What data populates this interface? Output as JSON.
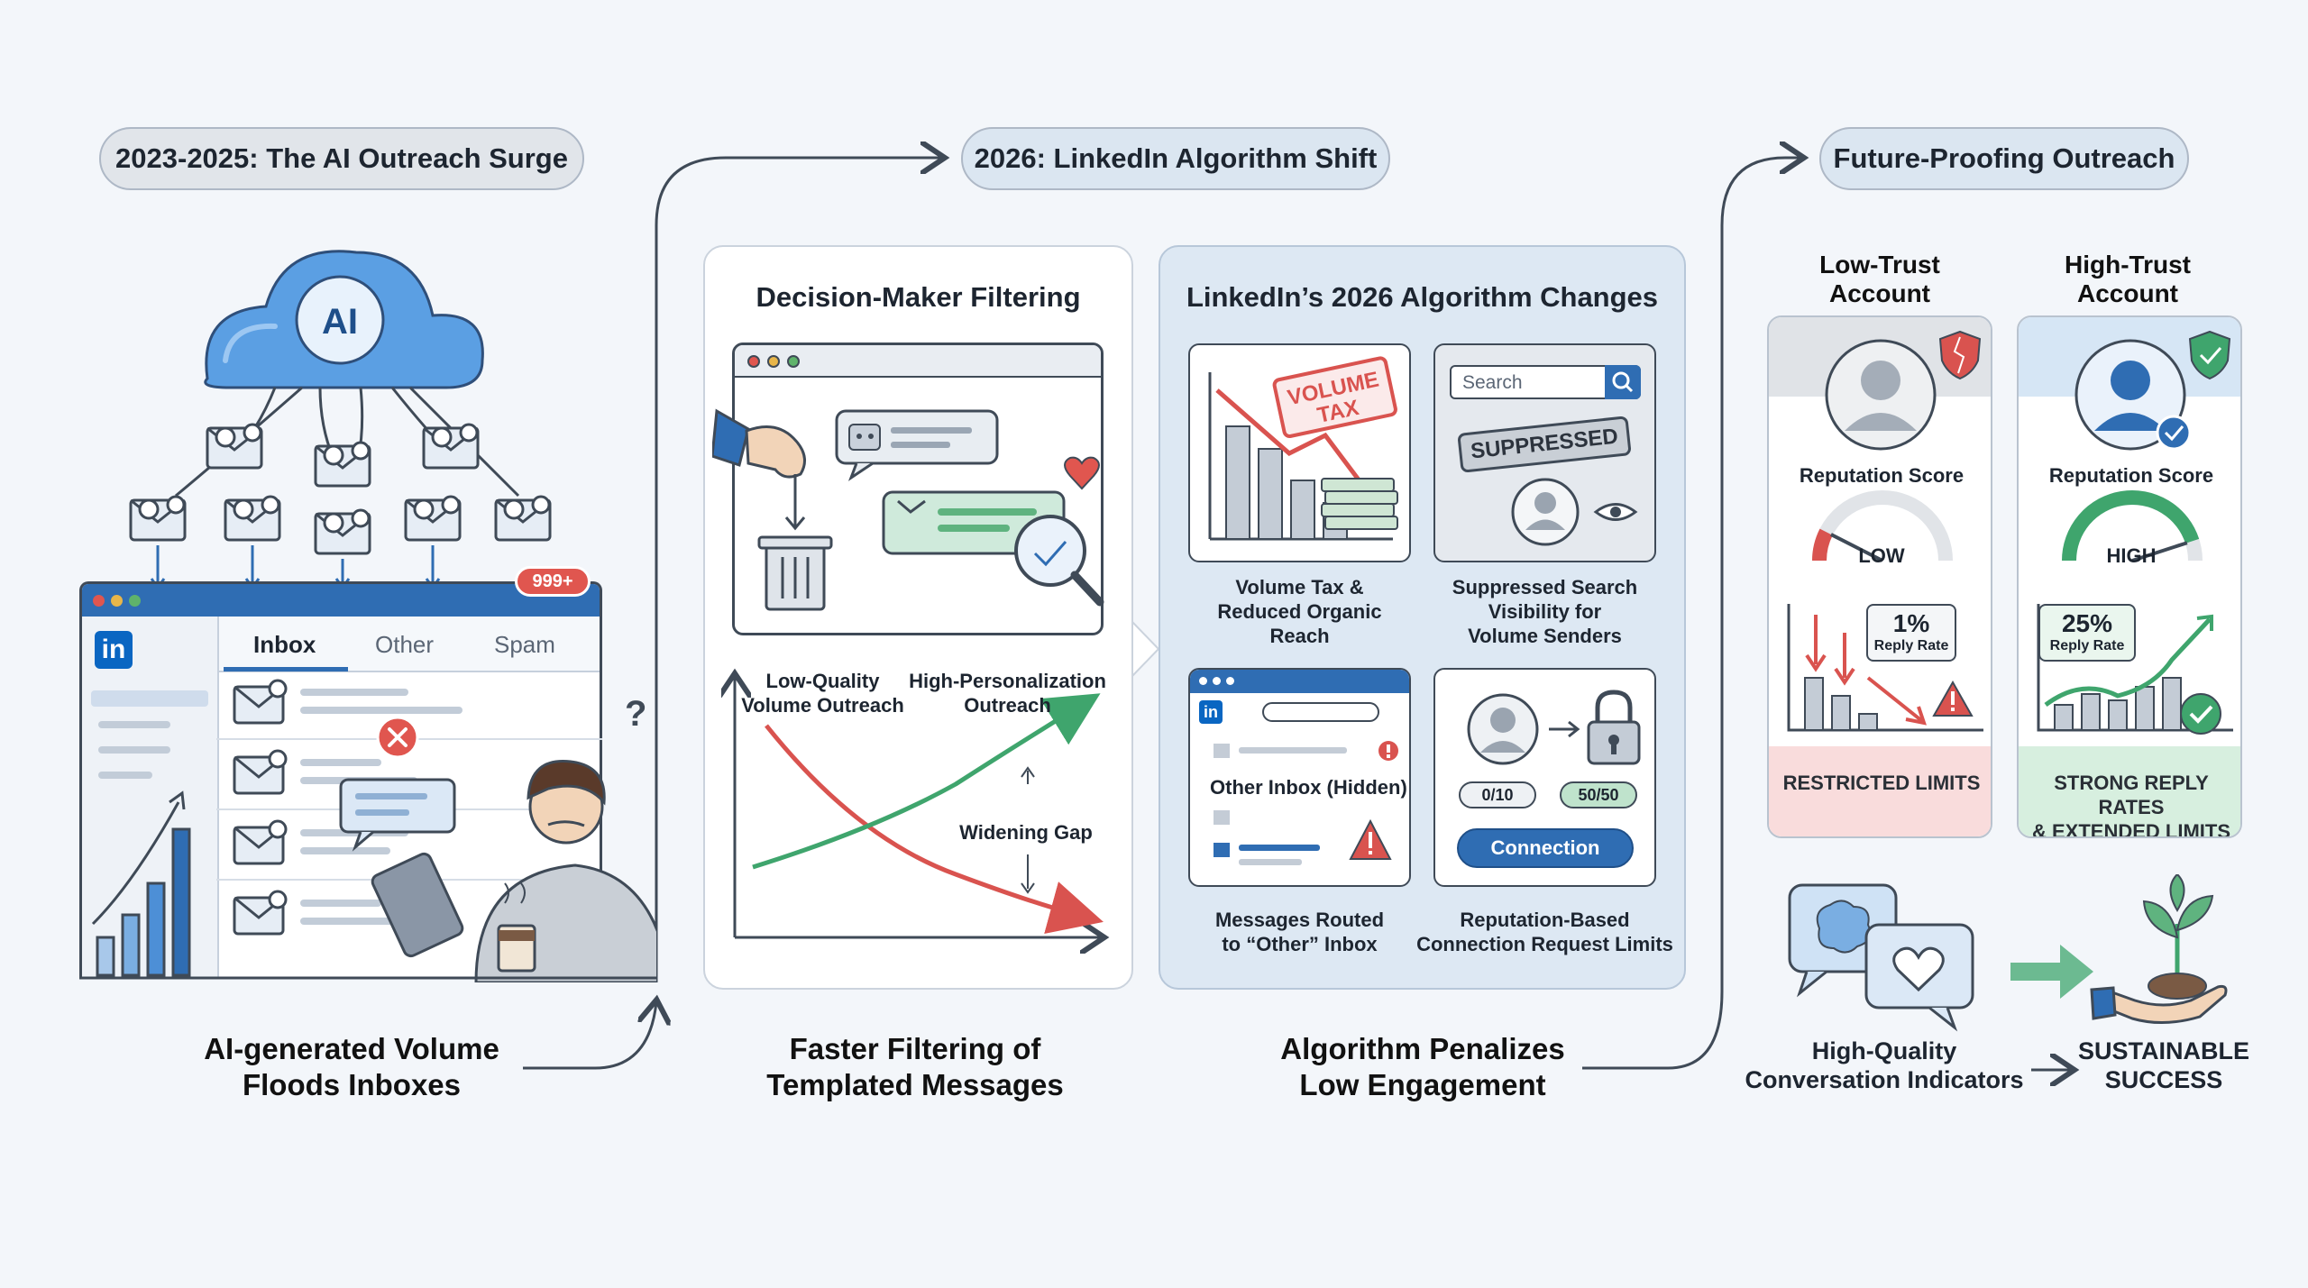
{
  "stages": {
    "stage1": "2023-2025: The AI Outreach Surge",
    "stage2": "2026: LinkedIn Algorithm Shift",
    "stage3": "Future-Proofing Outreach"
  },
  "surge": {
    "cloud_label": "AI",
    "badge": "999+",
    "tabs": [
      "Inbox",
      "Other",
      "Spam"
    ],
    "linkedin_logo": "in",
    "question_mark": "?",
    "caption": [
      "AI-generated Volume",
      "Floods Inboxes"
    ]
  },
  "filtering": {
    "title": "Decision-Maker Filtering",
    "chart_label_low": [
      "Low-Quality",
      "Volume Outreach"
    ],
    "chart_label_high": [
      "High-Personalization",
      "Outreach"
    ],
    "gap_label": "Widening Gap",
    "caption": [
      "Faster Filtering of",
      "Templated Messages"
    ]
  },
  "algorithm": {
    "title": "LinkedIn’s 2026 Algorithm Changes",
    "stamp_line1": "VOLUME",
    "stamp_line2": "TAX",
    "tile1_caption": [
      "Volume Tax &",
      "Reduced Organic",
      "Reach"
    ],
    "search_placeholder": "Search",
    "suppressed_label": "SUPPRESSED",
    "tile2_caption": [
      "Suppressed Search",
      "Visibility for",
      "Volume Senders"
    ],
    "inbox_label": "Other Inbox (Hidden)",
    "tile3_caption": [
      "Messages Routed",
      "to “Other” Inbox"
    ],
    "limit_low": "0/10",
    "limit_high": "50/50",
    "connection_button": "Connection",
    "tile4_caption": [
      "Reputation-Based",
      "Connection Request Limits"
    ],
    "caption": [
      "Algorithm Penalizes",
      "Low Engagement"
    ]
  },
  "future": {
    "low": {
      "heading": [
        "Low-Trust",
        "Account"
      ],
      "score_label": "Reputation Score",
      "gauge_label": "LOW",
      "rate_value": "1%",
      "rate_label": "Reply Rate",
      "footer": [
        "RESTRICTED LIMITS"
      ],
      "gauge_level": 0.15
    },
    "high": {
      "heading": [
        "High-Trust",
        "Account"
      ],
      "score_label": "Reputation Score",
      "gauge_label": "HIGH",
      "rate_value": "25%",
      "rate_label": "Reply Rate",
      "footer": [
        "STRONG REPLY RATES",
        "& EXTENDED LIMITS"
      ],
      "gauge_level": 0.9
    },
    "quality_caption": [
      "High-Quality",
      "Conversation Indicators"
    ],
    "success_caption": [
      "SUSTAINABLE",
      "SUCCESS"
    ]
  },
  "colors": {
    "red": "#d9534f",
    "green": "#3fa56d",
    "blue": "#2f6db3",
    "linkedin": "#0a66c2"
  }
}
